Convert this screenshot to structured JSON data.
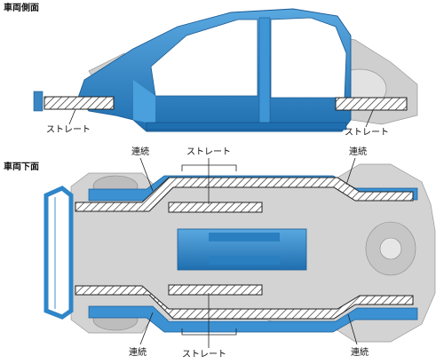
{
  "sections": {
    "side_title": "車両側面",
    "under_title": "車両下面"
  },
  "labels": {
    "straight_side_left": "ストレート",
    "straight_side_right": "ストレート",
    "straight_under_top": "ストレート",
    "straight_under_bottom": "ストレート",
    "continuous_top_left": "連続",
    "continuous_top_right": "連続",
    "continuous_bottom_left": "連続",
    "continuous_bottom_right": "連続"
  },
  "colors": {
    "body_blue": "#2f86c8",
    "body_blue_light": "#6fb2e0",
    "body_grey": "#c9c9c9",
    "hatch": "#333333"
  }
}
